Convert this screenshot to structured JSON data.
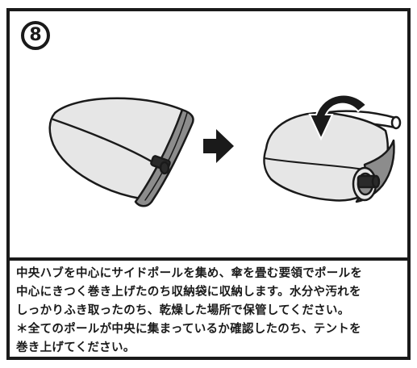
{
  "step": {
    "number": "8"
  },
  "instructions": {
    "lines": [
      "中央ハブを中心にサイドポールを集め、傘を畳む要領でポールを",
      "中心にきつく巻き上げたのち収納袋に収納します。水分や汚れを",
      "しっかりふき取ったのち、乾燥した場所で保管してください。",
      "＊全てのポールが中央に集まっているか確認したのち、テントを",
      "巻き上げてください。"
    ]
  },
  "colors": {
    "line": "#1a1a1a",
    "tent_fill": "#e6e6e6",
    "edge_fill": "#8c8c8c",
    "hub_fill": "#2a2a2a"
  },
  "icons": [
    "folded-tent-illustration",
    "arrow-right-icon",
    "rolled-tent-illustration",
    "curved-roll-arrow-icon"
  ]
}
